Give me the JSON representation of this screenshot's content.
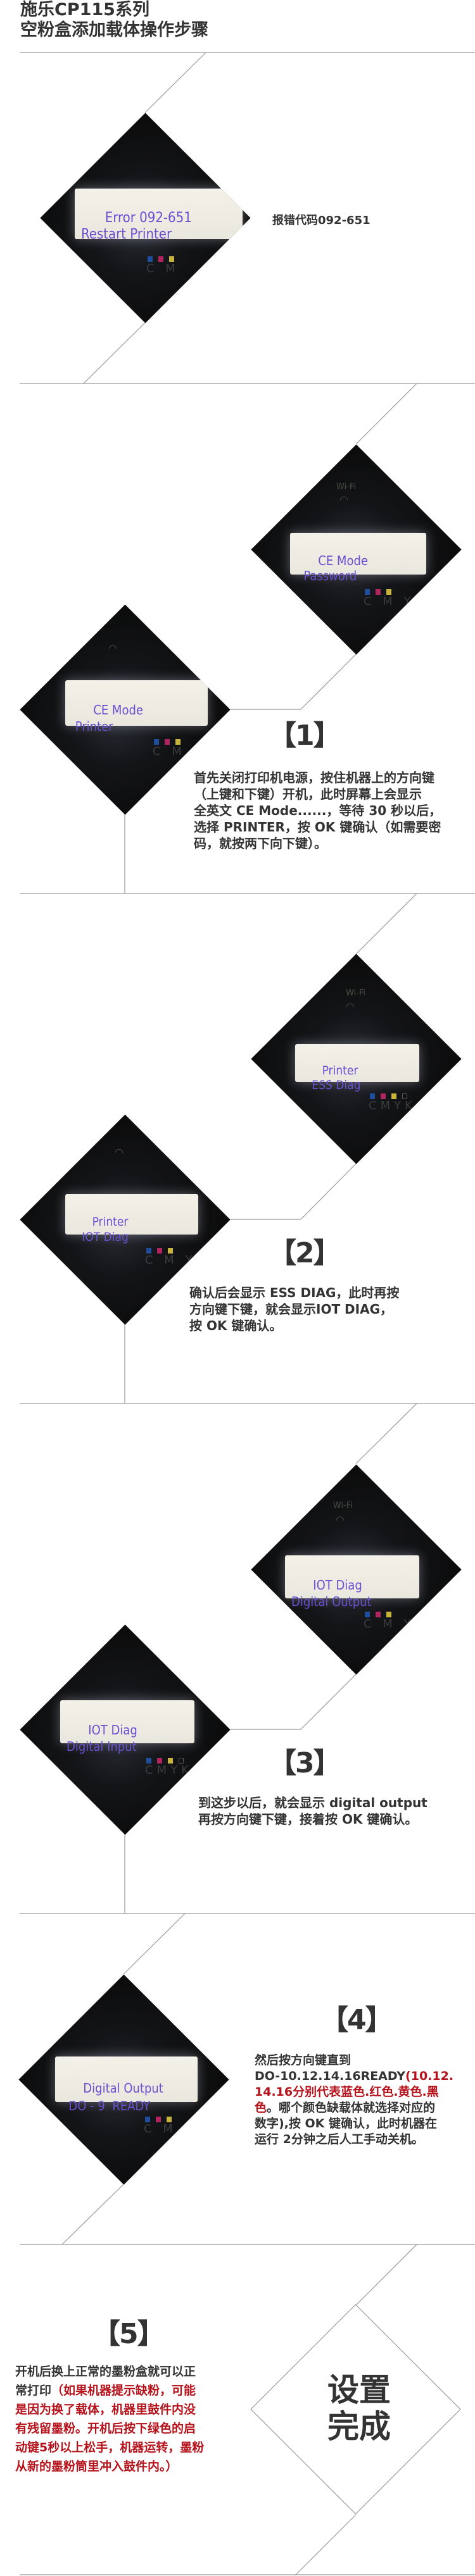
{
  "header": {
    "title_line1": "施乐CP115系列",
    "title_line2": "空粉盒添加载体操作步骤"
  },
  "intro": {
    "error_label": "报错代码092-651",
    "lcd": {
      "line1": "Error 092-651",
      "line2": "Restart Printer"
    }
  },
  "steps": [
    {
      "number": "【1】",
      "lcd_top": {
        "line1": "CE Mode",
        "line2": "  Password"
      },
      "lcd_bottom": {
        "line1": "CE Mode",
        "line2": " Printer"
      },
      "text": "首先关闭打印机电源，按住机器上的方向键（上键和下键）开机，此时屏幕上会显示全英文 CE Mode......，等待 30 秒以后，选择 PRINTER，按 OK 键确认（如需要密码，就按两下向下键）。",
      "lines": [
        "首先关闭打印机电源，按住机器上的方向键",
        "（上键和下键）开机，此时屏幕上会显示",
        "全英文 CE Mode......，等待 30 秒以后，",
        "选择 PRINTER，按 OK 键确认（如需要密",
        "码，就按两下向下键）。"
      ]
    },
    {
      "number": "【2】",
      "lcd_top": {
        "line1": "Printer",
        "line2": "   ESS Diag"
      },
      "lcd_bottom": {
        "line1": "Printer",
        "line2": "   IOT Diag"
      },
      "lines": [
        "确认后会显示 ESS DIAG，此时再按",
        "方向键下键，就会显示IOT DIAG，",
        "按 OK 键确认。"
      ]
    },
    {
      "number": "【3】",
      "lcd_top": {
        "line1": "IOT Diag",
        "line2": "Digital Output"
      },
      "lcd_bottom": {
        "line1": "IOT Diag",
        "line2": "Digital Input"
      },
      "lines": [
        "到这步以后，就会显示 digital output",
        "再按方向键下键，接着按 OK 键确认。"
      ]
    },
    {
      "number": "【4】",
      "lcd": {
        "line1": "Digital Output",
        "line2": "  DO - 9  READY"
      },
      "line1": "然后按方向键直到",
      "line2_black": "DO-10.12.14.16READY",
      "line2_red": "(10.12.",
      "line3_red": "14.16分别代表蓝色.红色.黄色.黑",
      "line4_red": "色",
      "line4_black": "。哪个颜色缺载体就选择对应的",
      "line5": "数字),按 OK 键确认，此时机器在",
      "line6": "运行 2分钟之后人工手动关机。"
    },
    {
      "number": "【5】",
      "line1": "开机后换上正常的墨粉盒就可以正",
      "line2_black": "常打印",
      "line2_red": "（如果机器提示缺粉，可能",
      "line3_red": "是因为换了载体，机器里鼓件内没",
      "line4_red": "有残留墨粉。开机后按下绿色的启",
      "line5_red": "动键5秒以上松手，机器运转，墨粉",
      "line6_red": "从新的墨粉筒里冲入鼓件内。）"
    }
  ],
  "finish": {
    "line1": "设置",
    "line2": "完成"
  },
  "panel": {
    "wifi_label": "Wi-Fi",
    "toner_labels": "CMYK",
    "toner_colors": {
      "C": "#1f4e9c",
      "M": "#b0245f",
      "Y": "#c8b43a",
      "K": "#222222"
    }
  },
  "colors": {
    "text": "#333333",
    "highlight": "#b5121b",
    "lcd_text": "#6a4fd0",
    "rule": "#9a9a9a"
  }
}
